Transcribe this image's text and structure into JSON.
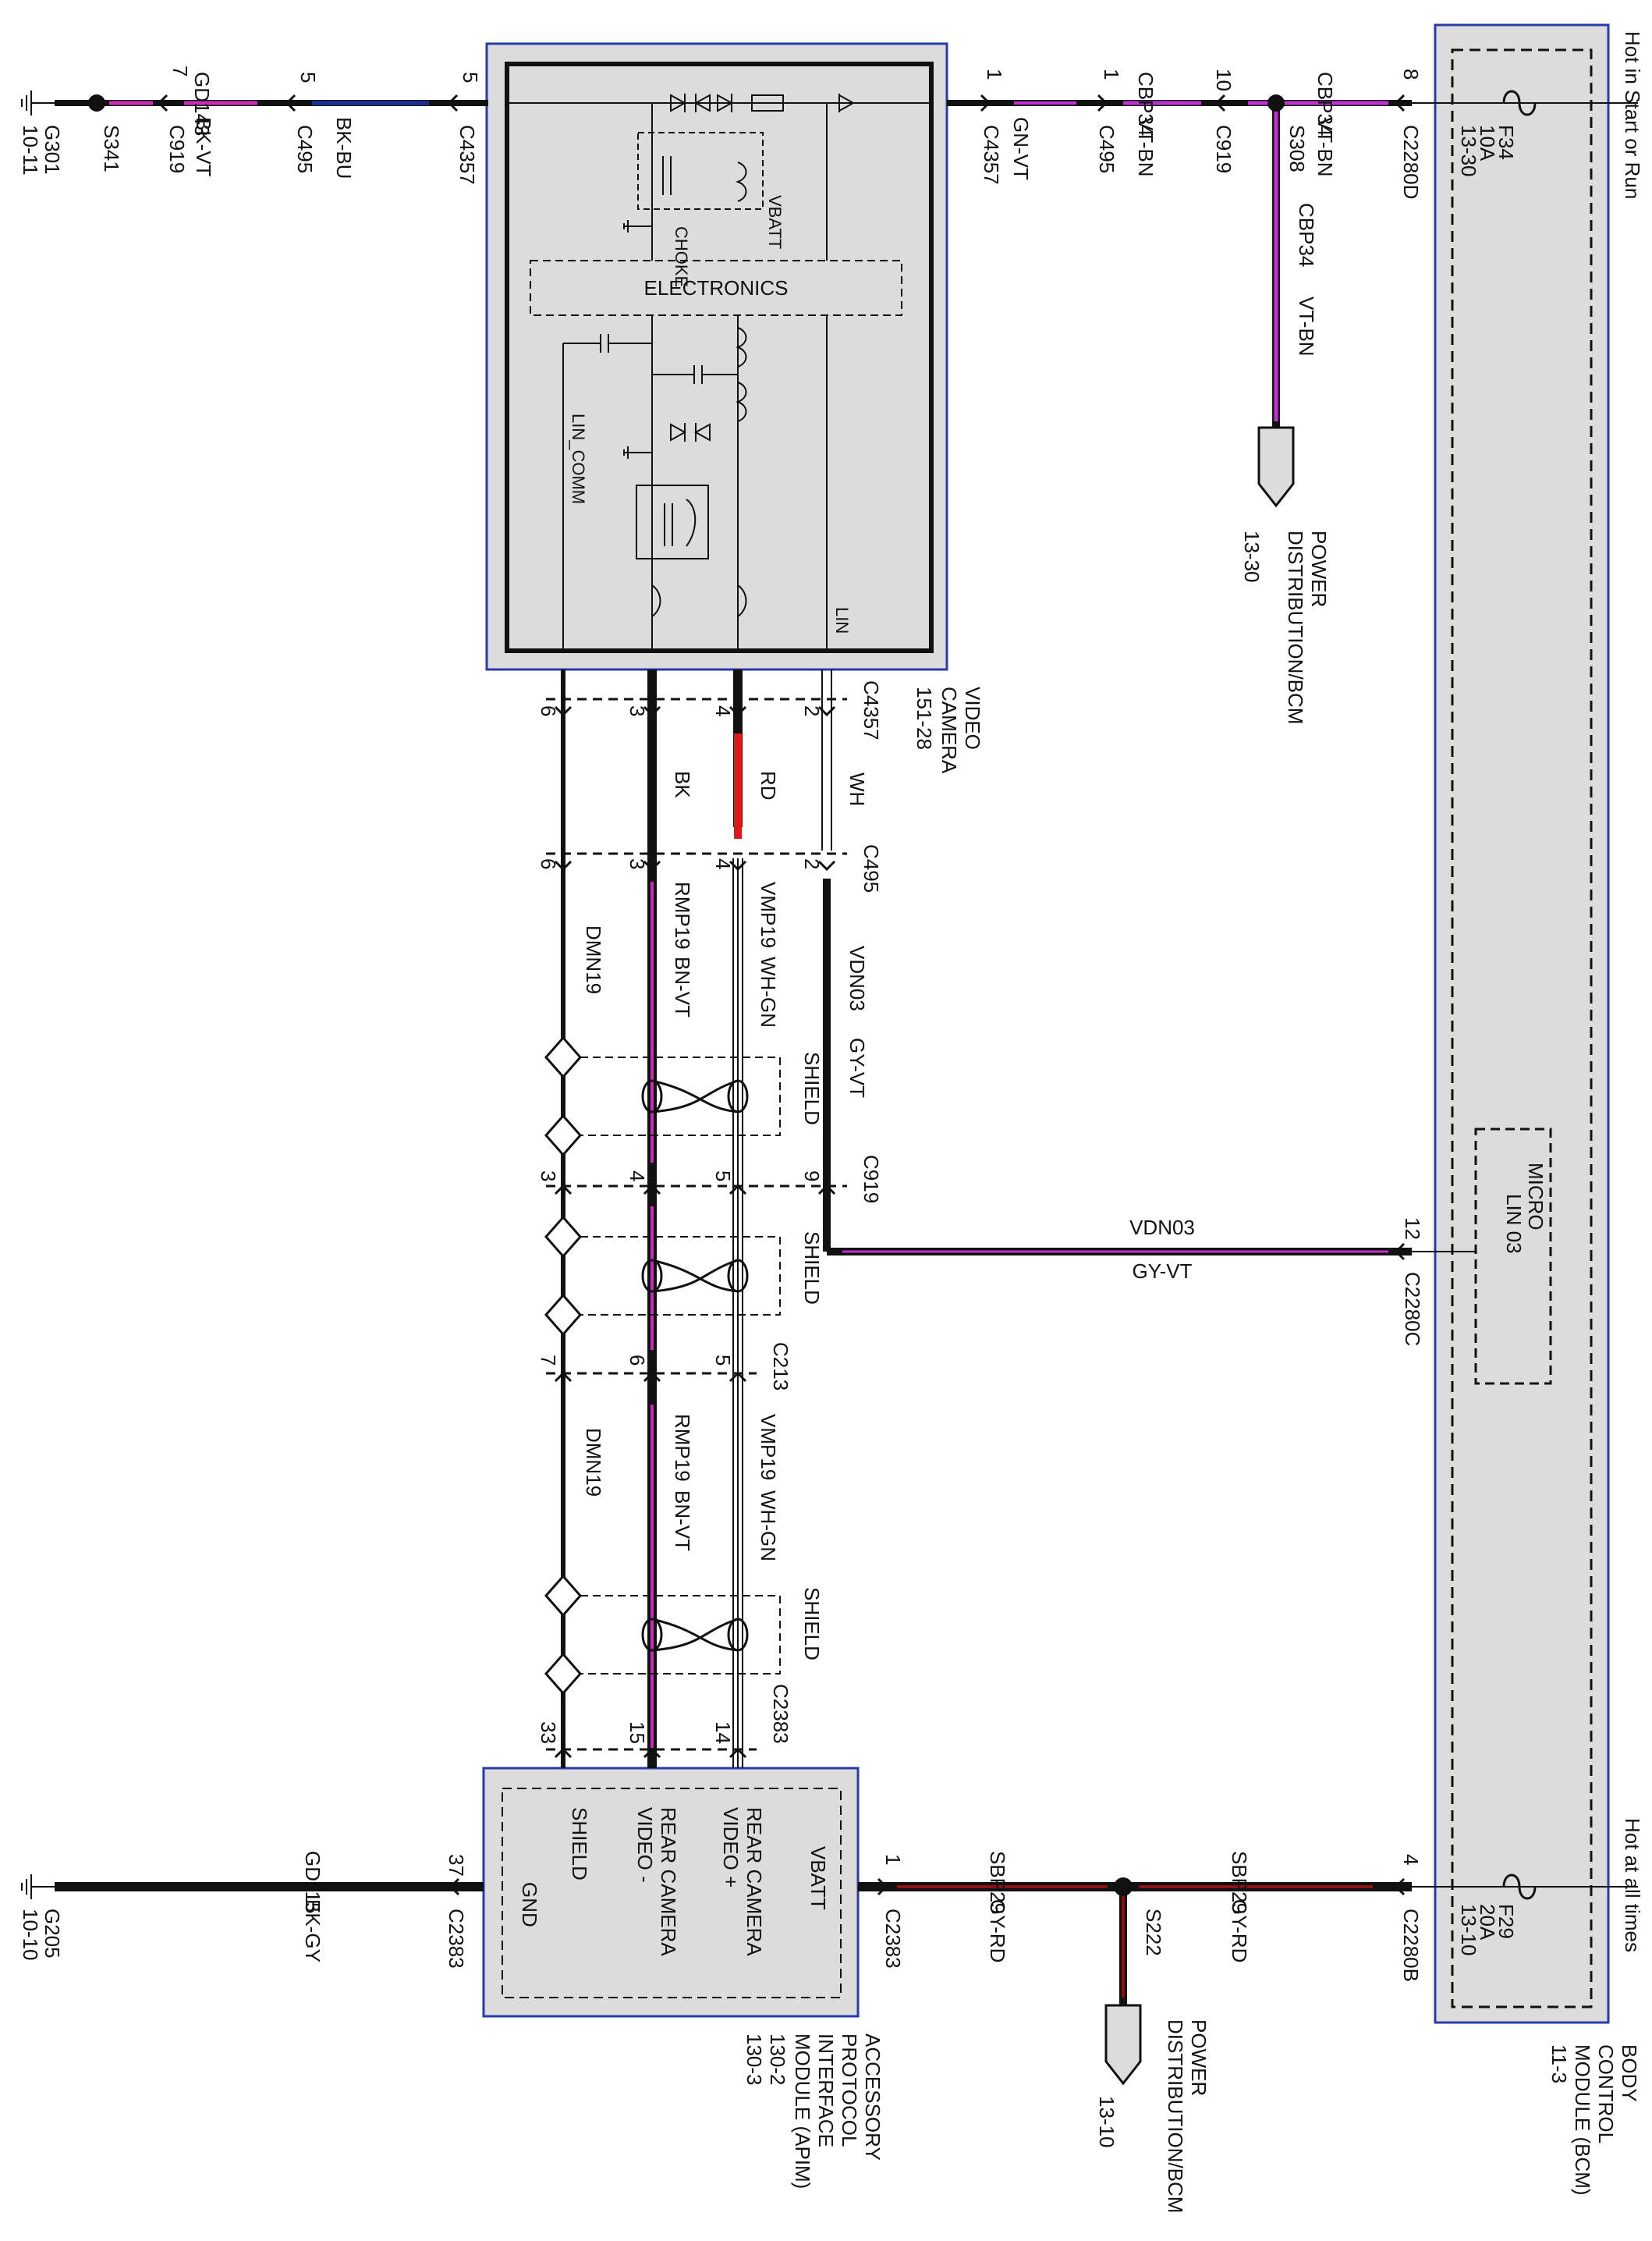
{
  "colors": {
    "bk": "#111111",
    "purple": "#cc2ab8",
    "violet": "#c22fd4",
    "navy": "#1b2d8c",
    "red": "#e01818",
    "darkred": "#8c1010",
    "module_fill": "#dcdcdc",
    "module_border": "#2a3aa8"
  },
  "top_wire": {
    "g301_label": "G301",
    "g301_ref": "10-11",
    "s341_label": "S341",
    "gd143_circuit": "GD143",
    "gd143_color": "BK-VT",
    "c919_pin": "7",
    "c919_label": "C919",
    "c495_pin": "5",
    "c495_label": "C495",
    "bkbu_color": "BK-BU",
    "c4357_pin_left": "5",
    "c4357_label_left": "C4357",
    "c4357_pin_right": "1",
    "c4357_label_right": "C4357",
    "gnvt_color": "GN-VT",
    "c495_pin_right": "1",
    "c495_label_right": "C495",
    "cbp34_circuit": "CBP34",
    "vtbn_color": "VT-BN",
    "c919_pin_right": "10",
    "c919_label_right": "C919",
    "s308_label": "S308",
    "cbp34_circuit_2": "CBP34",
    "vtbn_color_2": "VT-BN",
    "c2280d_pin": "8",
    "c2280d_label": "C2280D",
    "f34_label": "F34",
    "f34_amps": "10A",
    "f34_ref": "13-30",
    "hot_label": "Hot in Start or Run",
    "down_circuit": "CBP34",
    "down_color": "VT-BN",
    "pd_label": "POWER\nDISTRIBUTION/BCM",
    "pd_ref": "13-30"
  },
  "camera": {
    "choke": "CHOKE",
    "vbatt": "VBATT",
    "electronics": "ELECTRONICS",
    "lin_comm": "LIN_COMM",
    "lin": "LIN",
    "title": "VIDEO\nCAMERA",
    "ref": "151-28",
    "conn": "C4357"
  },
  "harness": {
    "c4357_pins": [
      "6",
      "3",
      "4",
      "2"
    ],
    "wire_bk": "BK",
    "wire_rd": "RD",
    "wire_wh": "WH",
    "c495_pins": [
      "6",
      "3",
      "4",
      "2"
    ],
    "c495_label": "C495",
    "dmn19_a": "DMN19",
    "rmp19_a": "RMP19",
    "rmp19_color_a": "BN-VT",
    "vmp19_a": "VMP19",
    "vmp19_color_a": "WH-GN",
    "vdn03": "VDN03",
    "vdn03_color": "GY-VT",
    "shield_1": "SHIELD",
    "c919_pins": [
      "3",
      "4",
      "5",
      "9"
    ],
    "c919_label": "C919",
    "shield_2": "SHIELD",
    "c213_pins": [
      "7",
      "6",
      "5"
    ],
    "c213_label": "C213",
    "dmn19_b": "DMN19",
    "rmp19_b": "RMP19",
    "rmp19_color_b": "BN-VT",
    "vmp19_b": "VMP19",
    "vmp19_color_b": "WH-GN",
    "shield_3": "SHIELD",
    "c2383_pins": [
      "33",
      "15",
      "14"
    ],
    "c2383_label": "C2383"
  },
  "lin_wire": {
    "circuit": "VDN03",
    "color": "GY-VT",
    "pin": "12",
    "conn": "C2280C"
  },
  "bcm": {
    "micro": "MICRO",
    "lin03": "LIN 03",
    "title": "BODY\nCONTROL\nMODULE (BCM)",
    "ref": "11-3",
    "hot_label": "Hot at all times",
    "f29_label": "F29",
    "f29_amps": "20A",
    "f29_ref": "13-10"
  },
  "apim": {
    "gnd": "GND",
    "shield": "SHIELD",
    "rcv_minus": "REAR CAMERA\nVIDEO -",
    "rcv_plus": "REAR CAMERA\nVIDEO +",
    "vbatt": "VBATT",
    "title": "ACCESSORY\nPROTOCOL\nINTERFACE\nMODULE (APIM)",
    "ref1": "130-2",
    "ref2": "130-3"
  },
  "bottom_wire": {
    "g205_label": "G205",
    "g205_ref": "10-10",
    "gd115_circuit": "GD115",
    "gd115_color": "BK-GY",
    "c2383_pin_left": "37",
    "c2383_label_left": "C2383",
    "c2383_pin_right": "1",
    "c2383_label_right": "C2383",
    "sbp29_circuit": "SBP29",
    "sbp29_color": "GY-RD",
    "s222_label": "S222",
    "sbp29_circuit_2": "SBP29",
    "sbp29_color_2": "GY-RD",
    "c2280b_pin": "4",
    "c2280b_label": "C2280B",
    "pd_label": "POWER\nDISTRIBUTION/BCM",
    "pd_ref": "13-10"
  }
}
